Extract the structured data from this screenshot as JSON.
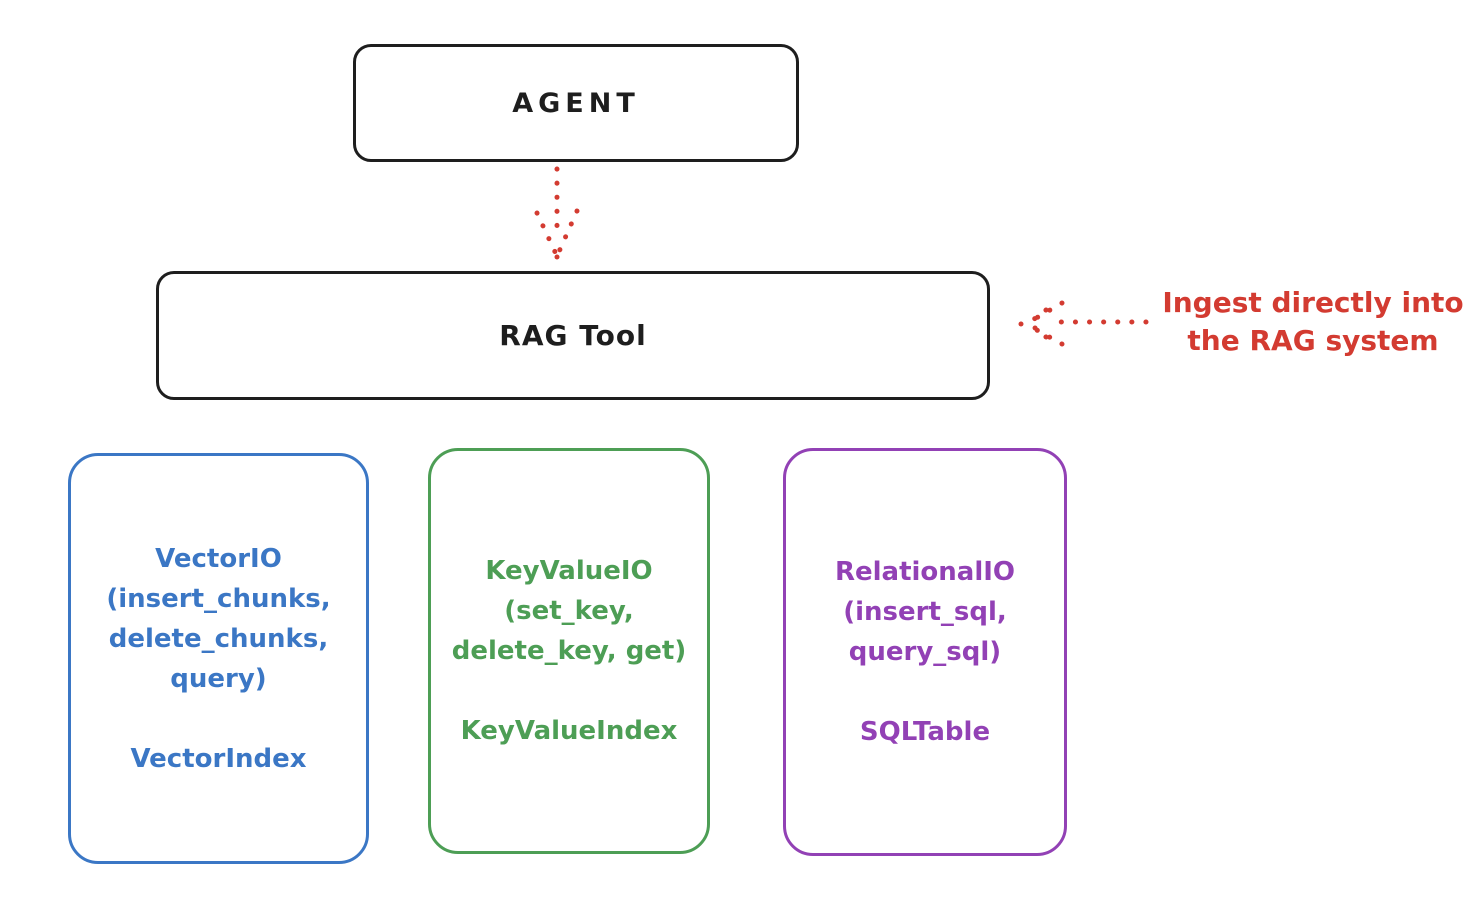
{
  "diagram": {
    "stroke_color": "#1e1e1e",
    "accent_red": "#d33b31",
    "nodes": {
      "agent": {
        "label": "AGENT"
      },
      "rag_tool": {
        "label": "RAG Tool"
      }
    },
    "annotation": {
      "text": "Ingest directly into\nthe RAG system",
      "color": "#d33b31"
    },
    "arrows": [
      {
        "name": "agent-to-rag-tool",
        "style": "dotted",
        "direction": "down",
        "color": "#d33b31"
      },
      {
        "name": "annotation-to-rag-tool",
        "style": "dotted",
        "direction": "left",
        "color": "#d33b31"
      }
    ],
    "backends": [
      {
        "methods_text": "VectorIO\n(insert_chunks,\ndelete_chunks,\nquery)",
        "index_label": "VectorIndex",
        "color": "#3b77c5"
      },
      {
        "methods_text": "KeyValueIO\n(set_key,\ndelete_key, get)",
        "index_label": "KeyValueIndex",
        "color": "#4d9e55"
      },
      {
        "methods_text": "RelationalIO\n(insert_sql,\nquery_sql)",
        "index_label": "SQLTable",
        "color": "#9241b5"
      }
    ]
  }
}
